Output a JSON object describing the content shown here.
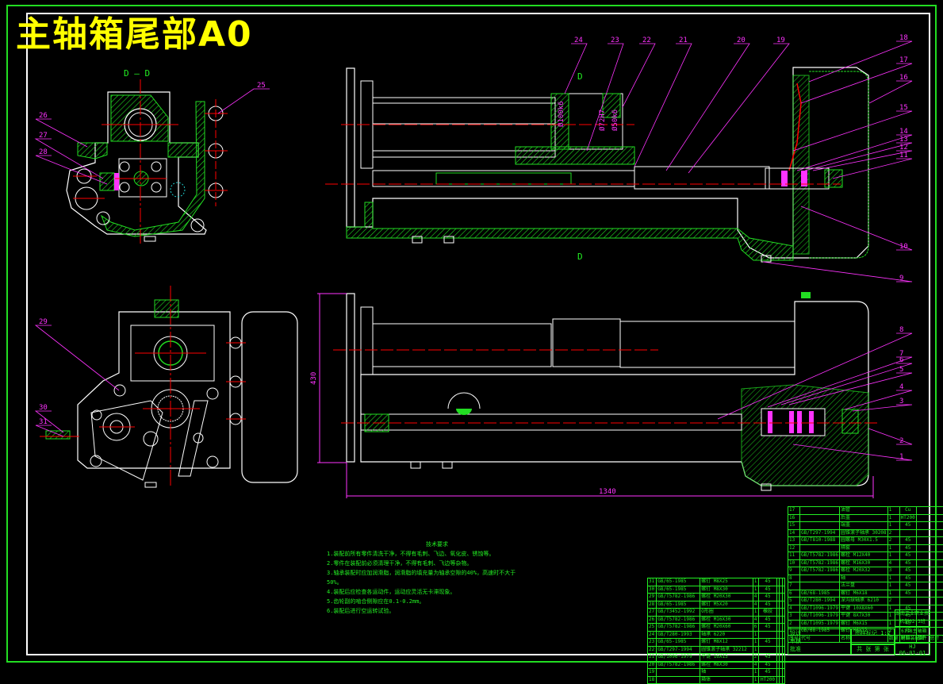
{
  "title": "主轴箱尾部A0",
  "section_label": "D — D",
  "section_marks": [
    "D",
    "D"
  ],
  "dimensions": {
    "height": "430",
    "length": "1340"
  },
  "callouts": {
    "top_view": [
      "24",
      "23",
      "22",
      "21",
      "20",
      "19",
      "18",
      "17",
      "16",
      "15",
      "14",
      "13",
      "12",
      "11",
      "10",
      "9"
    ],
    "bottom_view": [
      "8",
      "7",
      "6",
      "5",
      "4",
      "3",
      "2",
      "1"
    ],
    "section_dd": [
      "25",
      "26",
      "27",
      "28"
    ],
    "end_view": [
      "29",
      "30",
      "31"
    ]
  },
  "dimension_texts": [
    "Ø100k6",
    "Ø72H7",
    "Ø50k6"
  ],
  "technical_notes": {
    "heading": "技术要求",
    "items": [
      "1.装配前所有零件清洗干净，不得有毛刺、飞边、氧化皮、锈蚀等。",
      "2.零件在装配前必须清理干净，不得有毛刺、飞边等杂物。",
      "3.轴承装配时应加润滑脂，润滑脂的填充量为轴承空隙的40%，高速时不大于",
      "  50%。",
      "4.装配后应检查各运动件，运动应灵活无卡滞现象。",
      "5.齿轮副的啮合侧隙应在0.1-0.2mm。",
      "6.装配后进行空运转试验。"
    ]
  },
  "bom_left": [
    {
      "no": "31",
      "std": "GB/65-1985",
      "name": "螺钉 M8X25",
      "qty": "1",
      "mat": "45"
    },
    {
      "no": "30",
      "std": "GB/65-1985",
      "name": "螺钉 M8X30",
      "qty": "1",
      "mat": "45"
    },
    {
      "no": "29",
      "std": "GB/T5782-1986",
      "name": "螺栓 M20X30",
      "qty": "4",
      "mat": "45"
    },
    {
      "no": "28",
      "std": "GB/65-1985",
      "name": "螺钉 M5X20",
      "qty": "4",
      "mat": "45"
    },
    {
      "no": "27",
      "std": "GB/T3452-1992",
      "name": "O形圈",
      "qty": "1",
      "mat": "橡胶"
    },
    {
      "no": "26",
      "std": "GB/T5782-1986",
      "name": "螺栓 M16X30",
      "qty": "4",
      "mat": "45"
    },
    {
      "no": "25",
      "std": "GB/T5782-1986",
      "name": "螺栓 M20X60",
      "qty": "6",
      "mat": "45"
    },
    {
      "no": "24",
      "std": "GB/T280-1993",
      "name": "轴承 6220",
      "qty": "1",
      "mat": ""
    },
    {
      "no": "23",
      "std": "GB/65-1985",
      "name": "螺钉 M8X12",
      "qty": "1",
      "mat": "45"
    },
    {
      "no": "22",
      "std": "GB/T297-1994",
      "name": "圆锥滚子轴承 32212",
      "qty": "1",
      "mat": ""
    },
    {
      "no": "21",
      "std": "GB/1096-1979",
      "name": "平键 16X15",
      "qty": "2",
      "mat": "45"
    },
    {
      "no": "20",
      "std": "GB/T5782-1986",
      "name": "螺栓 M8X30",
      "qty": "4",
      "mat": "45"
    },
    {
      "no": "19",
      "std": "",
      "name": "轴",
      "qty": "1",
      "mat": "45"
    },
    {
      "no": "18",
      "std": "",
      "name": "箱体",
      "qty": "1",
      "mat": "HT200"
    }
  ],
  "bom_right": [
    {
      "no": "17",
      "std": "",
      "name": "油管",
      "qty": "1",
      "mat": "Cu"
    },
    {
      "no": "16",
      "std": "",
      "name": "后盖",
      "qty": "1",
      "mat": "HT200"
    },
    {
      "no": "15",
      "std": "",
      "name": "端盖",
      "qty": "1",
      "mat": "45"
    },
    {
      "no": "14",
      "std": "GB/T297-1994",
      "name": "圆锥滚子轴承 30208",
      "qty": "2",
      "mat": ""
    },
    {
      "no": "13",
      "std": "GB/T810-1988",
      "name": "圆螺母 M30X1.5",
      "qty": "2",
      "mat": "45"
    },
    {
      "no": "12",
      "std": "",
      "name": "隔套",
      "qty": "1",
      "mat": "45"
    },
    {
      "no": "11",
      "std": "GB/T5782-1986",
      "name": "螺栓 M12X40",
      "qty": "1",
      "mat": "45"
    },
    {
      "no": "10",
      "std": "GB/T5782-1986",
      "name": "螺栓 M16X30",
      "qty": "4",
      "mat": "45"
    },
    {
      "no": "9",
      "std": "GB/T5782-1986",
      "name": "螺栓 M20X32",
      "qty": "3",
      "mat": "45"
    },
    {
      "no": "8",
      "std": "",
      "name": "轴",
      "qty": "1",
      "mat": "45"
    },
    {
      "no": "7",
      "std": "",
      "name": "法兰盘",
      "qty": "1",
      "mat": "45"
    },
    {
      "no": "6",
      "std": "GB/68-1985",
      "name": "螺钉 M6X18",
      "qty": "1",
      "mat": "45"
    },
    {
      "no": "5",
      "std": "GB/T280-1994",
      "name": "深沟球轴承 6210",
      "qty": "2",
      "mat": ""
    },
    {
      "no": "4",
      "std": "GB/T1096-1979",
      "name": "平键 10X8X60",
      "qty": "1",
      "mat": "45"
    },
    {
      "no": "3",
      "std": "GB/T1096-1979",
      "name": "平键 8X7X30",
      "qty": "1",
      "mat": "45"
    },
    {
      "no": "2",
      "std": "GB/T1095-1979",
      "name": "螺钉 M6X15",
      "qty": "1",
      "mat": "45"
    },
    {
      "no": "1",
      "std": "GB/68-1985",
      "name": "螺钉 M6X12",
      "qty": "2",
      "mat": "45"
    }
  ],
  "bom_header": {
    "no": "序号",
    "std": "代号",
    "name": "名称",
    "qty": "数量",
    "mat": "材料",
    "weight": "单件 总计 重量",
    "remark": "备注"
  },
  "title_block": {
    "school": "湖南工业职业技术学院机械工程系",
    "class": "机制02-3班",
    "drawing_name": "T611B主轴箱尾部装配图",
    "drawing_name_l1": "T611B主轴箱",
    "drawing_name_l2": "尾部装配图",
    "code": "HJ",
    "number": "06-01-01",
    "scale": "1:2",
    "labels": {
      "stage": "图样标记",
      "weight": "重量",
      "scale": "比例",
      "designer": "设计",
      "checker": "审核",
      "process": "工艺",
      "approve": "批准",
      "sheet": "共 张 第 张"
    }
  },
  "colors": {
    "outline": "#ffffff",
    "hatch": "#22dd22",
    "center": "#ff0000",
    "leader": "#ff33ff",
    "title": "#ffff00",
    "bg": "#000000"
  }
}
